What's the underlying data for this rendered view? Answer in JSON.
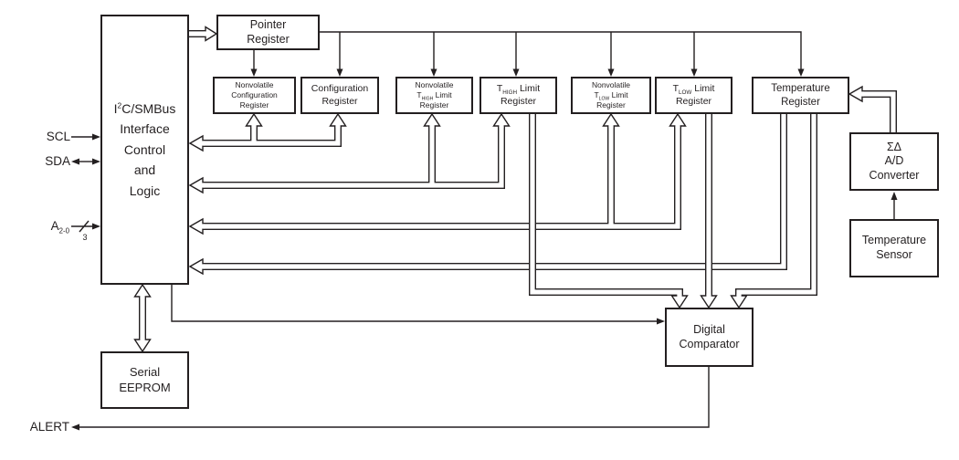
{
  "blocks": {
    "i2c": {
      "line1_pre": "I",
      "line1_sup": "2",
      "line1_post": "C/SMBus",
      "line2": "Interface",
      "line3": "Control",
      "line4": "and",
      "line5": "Logic"
    },
    "pointer": {
      "line1": "Pointer",
      "line2": "Register"
    },
    "nv_config": {
      "line1": "Nonvolatile",
      "line2": "Configuration",
      "line3": "Register"
    },
    "config": {
      "line1": "Configuration",
      "line2": "Register"
    },
    "nv_thigh": {
      "line1": "Nonvolatile",
      "line2_pre": "T",
      "line2_sub": "HIGH",
      "line2_post": " Limit",
      "line3": "Register"
    },
    "thigh": {
      "line1_pre": "T",
      "line1_sub": "HIGH",
      "line1_post": " Limit",
      "line2": "Register"
    },
    "nv_tlow": {
      "line1": "Nonvolatile",
      "line2_pre": "T",
      "line2_sub": "LOW",
      "line2_post": " Limit",
      "line3": "Register"
    },
    "tlow": {
      "line1_pre": "T",
      "line1_sub": "LOW",
      "line1_post": " Limit",
      "line2": "Register"
    },
    "temp_reg": {
      "line1": "Temperature",
      "line2": "Register"
    },
    "adc": {
      "line1": "ΣΔ",
      "line2": "A/D",
      "line3": "Converter"
    },
    "temp_sensor": {
      "line1": "Temperature",
      "line2": "Sensor"
    },
    "comparator": {
      "line1": "Digital",
      "line2": "Comparator"
    },
    "eeprom": {
      "line1": "Serial",
      "line2": "EEPROM"
    }
  },
  "pins": {
    "scl": "SCL",
    "sda": "SDA",
    "addr_pre": "A",
    "addr_sub": "2-0",
    "addr_bus_width": "3",
    "alert": "ALERT"
  },
  "colors": {
    "line": "#231f20",
    "background": "#ffffff"
  }
}
